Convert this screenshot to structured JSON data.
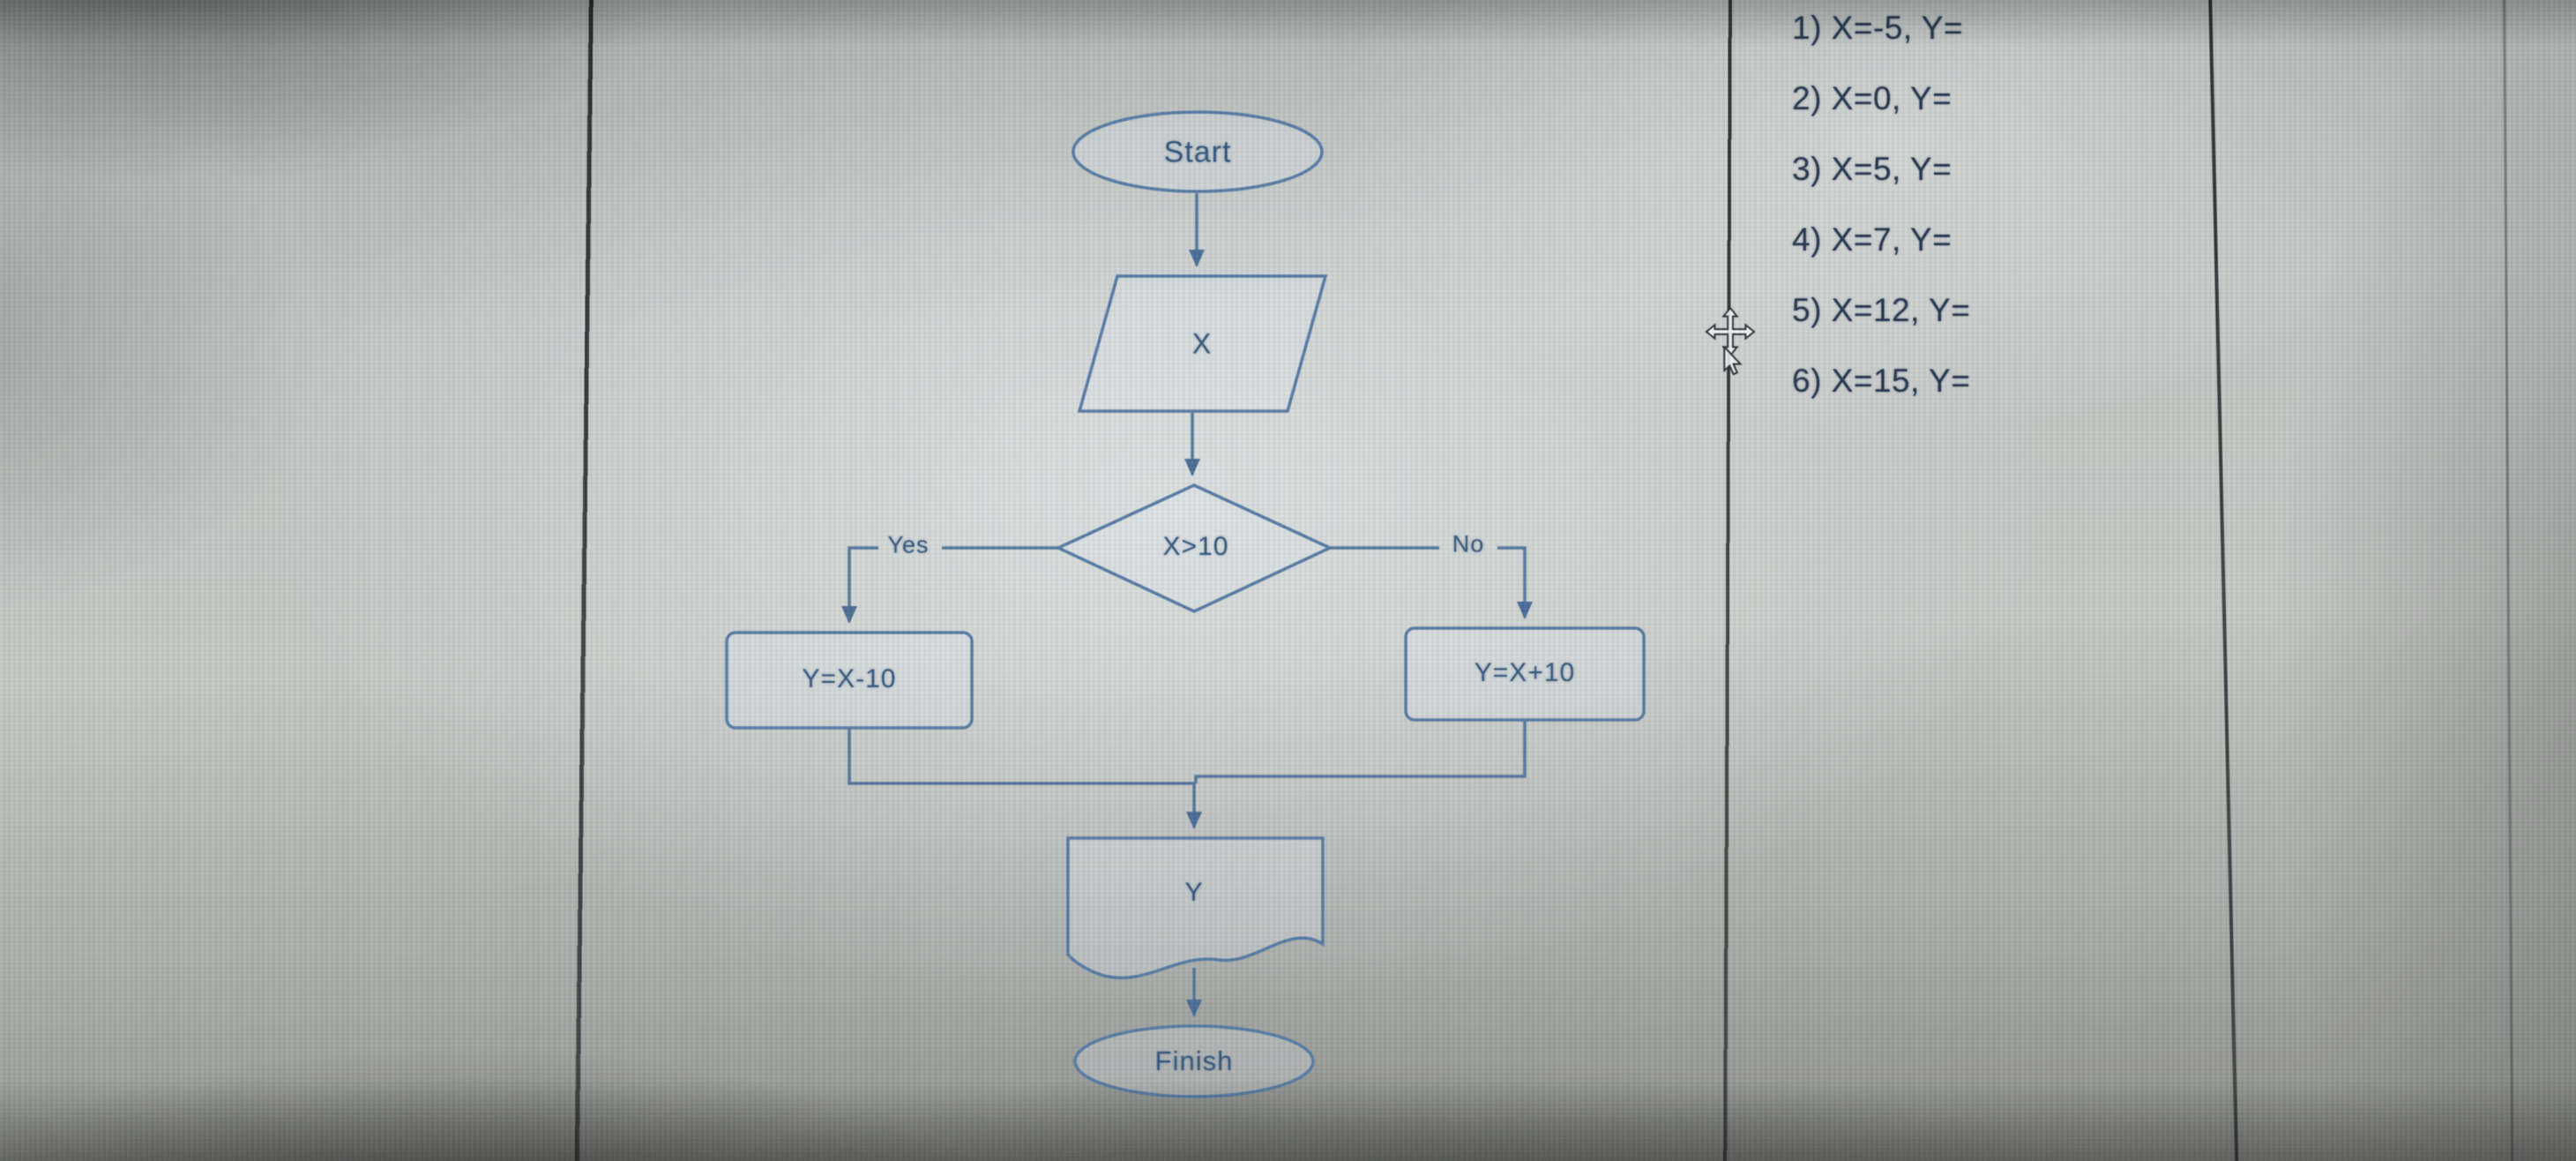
{
  "flowchart": {
    "start": "Start",
    "input": "X",
    "decision": "X>10",
    "yes": "Yes",
    "no": "No",
    "branch_yes": "Y=X-10",
    "branch_no": "Y=X+10",
    "output": "Y",
    "finish": "Finish"
  },
  "tasks": {
    "items": [
      "1) X=-5, Y=",
      "2) X=0, Y=",
      "3) X=5, Y=",
      "4) X=7, Y=",
      "5) X=12, Y=",
      "6) X=15, Y="
    ]
  },
  "icons": {
    "cursor_primary": "move-cursor",
    "cursor_secondary": "arrow-pointer"
  },
  "colors": {
    "shape_stroke": "#587ca6",
    "arrow_fill": "#4b6e96",
    "label_text": "#35597f",
    "task_text": "#263750"
  }
}
